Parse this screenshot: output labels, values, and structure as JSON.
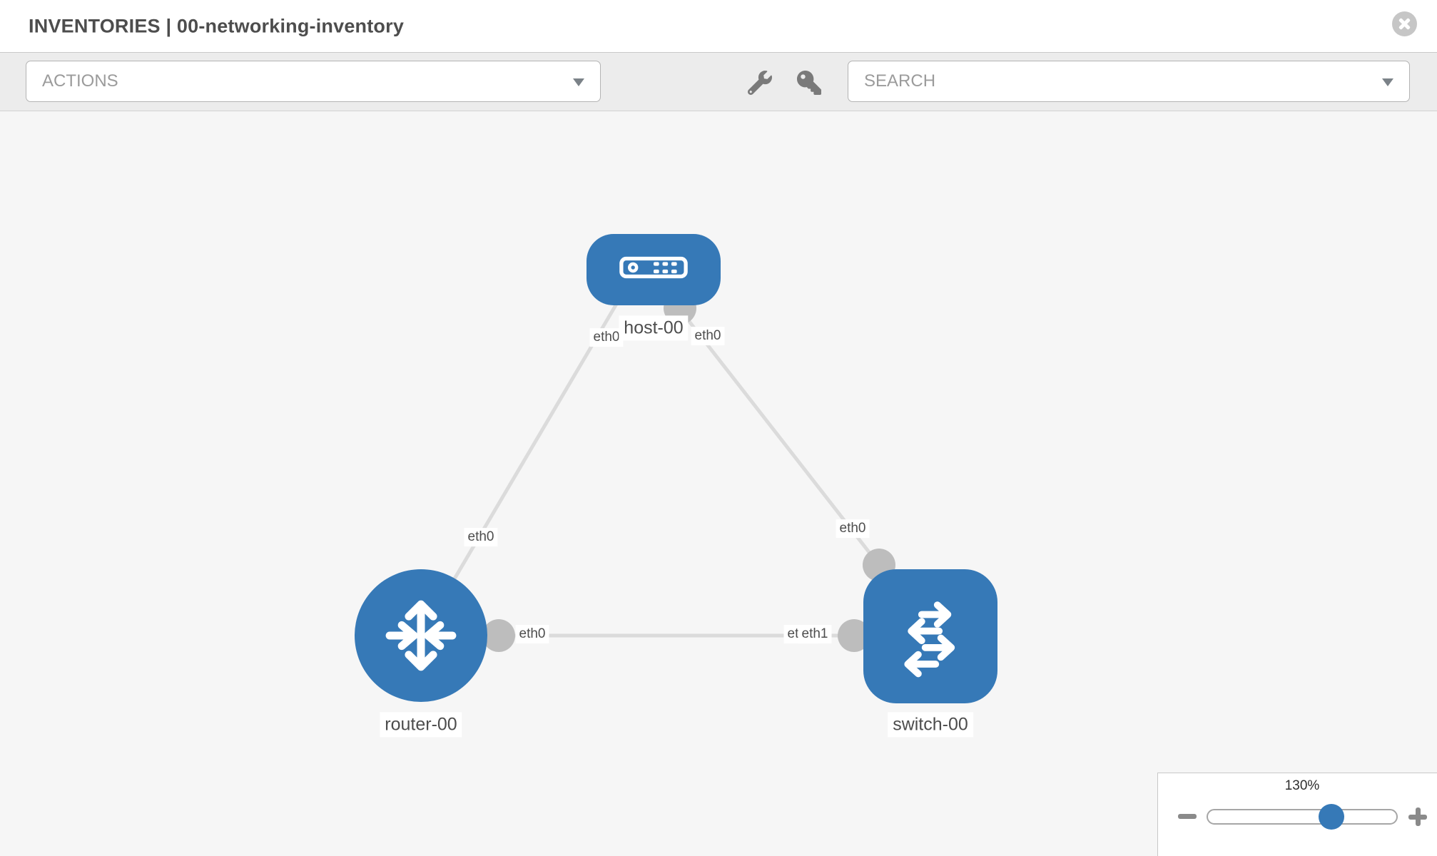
{
  "window": {
    "title": "INVENTORIES | 00-networking-inventory"
  },
  "toolbar": {
    "actions_label": "ACTIONS",
    "search_label": "SEARCH"
  },
  "topology": {
    "nodes": [
      {
        "label": "host-00",
        "type": "host"
      },
      {
        "label": "router-00",
        "type": "router"
      },
      {
        "label": "switch-00",
        "type": "switch"
      }
    ],
    "links": [
      {
        "from": "host-00",
        "to": "router-00",
        "from_if": "eth0",
        "to_if": "eth0"
      },
      {
        "from": "host-00",
        "to": "switch-00",
        "from_if": "eth0",
        "to_if": "eth0"
      },
      {
        "from": "router-00",
        "to": "switch-00",
        "from_if": "eth0",
        "to_if": "eth1",
        "to_if_underlay": "eth0"
      }
    ]
  },
  "zoom_control": {
    "percent": "130%"
  },
  "colors": {
    "node_blue": "#3679b7",
    "edge_gray": "#dbdbdb",
    "connector_gray": "#bdbdbd",
    "canvas_bg": "#f6f6f6"
  }
}
